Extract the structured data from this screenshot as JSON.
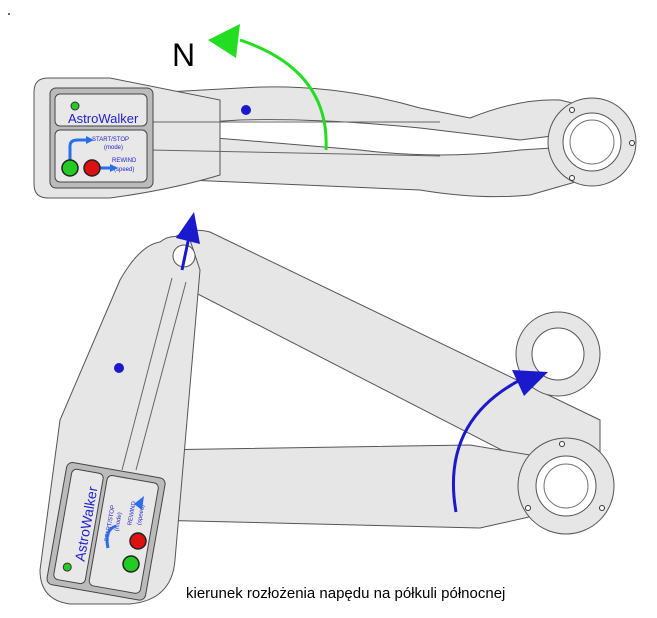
{
  "north_label": "N",
  "caption": "kierunek rozłożenia napędu na półkuli północnej",
  "controller": {
    "brand": "AstroWalker",
    "start_stop_label": "START/STOP",
    "start_stop_sub": "(mode)",
    "rewind_label": "REWIND",
    "rewind_sub": "(speed)"
  },
  "colors": {
    "arrow_north": "#22dd22",
    "arrow_unfold": "#1a1acc",
    "button_green": "#22cc22",
    "button_red": "#dd1111",
    "text_blue": "#2222cc",
    "arm_fill": "#e6e6e6",
    "outline": "#555555"
  },
  "icons": {
    "north_arrow": "curved-arrow-icon",
    "unfold_arrow": "curved-arrow-icon",
    "straight_arrow": "arrow-up-icon"
  }
}
